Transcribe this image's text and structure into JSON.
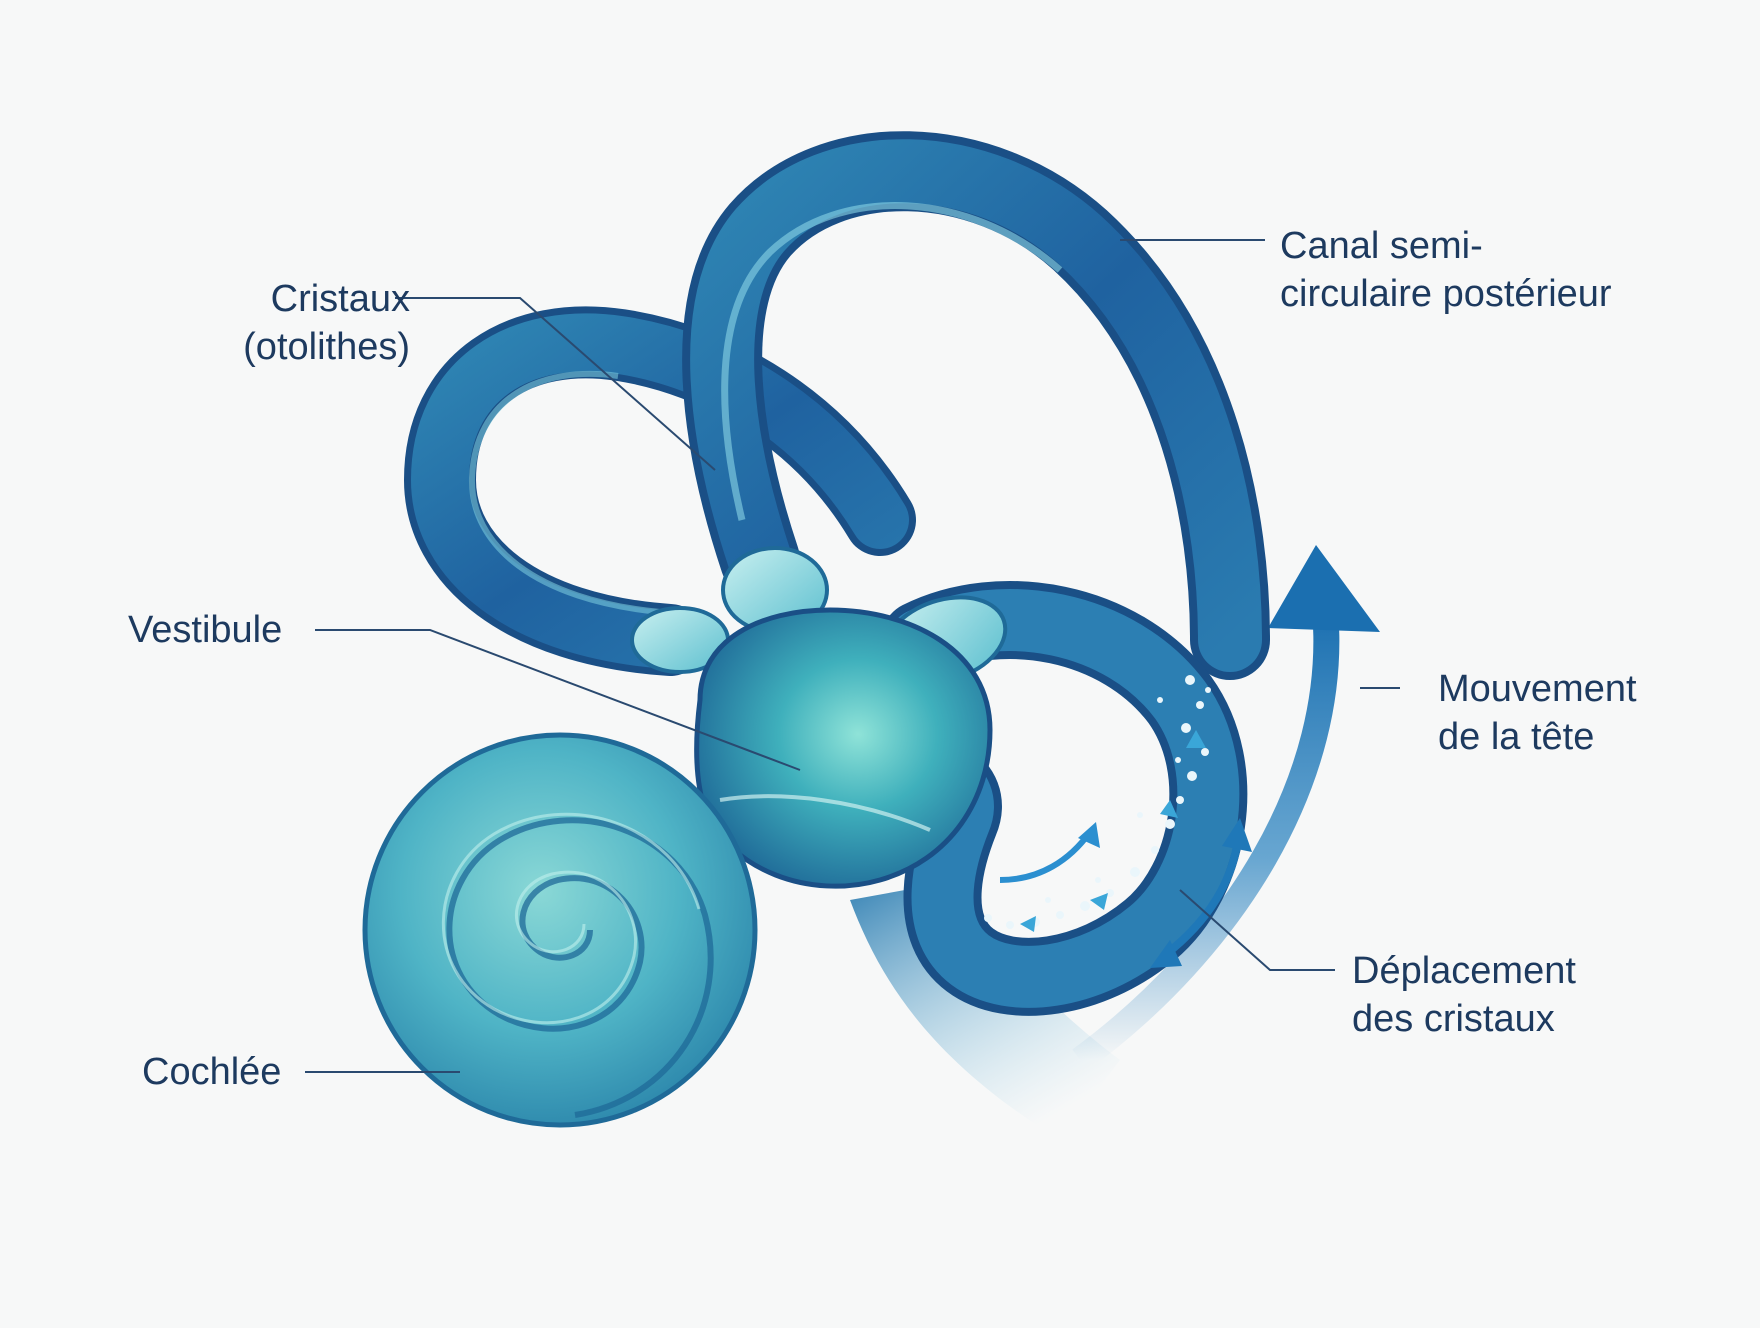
{
  "labels": {
    "crystals": {
      "line1": "Cristaux",
      "line2": "(otolithes)"
    },
    "canal": {
      "line1": "Canal semi-",
      "line2": "circulaire postérieur"
    },
    "vestibule": "Vestibule",
    "head_movement": {
      "line1": "Mouvement",
      "line2": "de la tête"
    },
    "cochlea": "Cochlée",
    "crystal_displacement": {
      "line1": "Déplacement",
      "line2": "des cristaux"
    }
  },
  "colors": {
    "background": "#f7f8f8",
    "label_text": "#1d3a5f",
    "leader_line": "#2a4a70",
    "canal_dark": "#1f5f9a",
    "canal_mid": "#2f86b4",
    "cochlea_teal": "#4fb8c4",
    "vestibule_teal": "#5ec8c9",
    "arrow_blue": "#1f78b8"
  }
}
